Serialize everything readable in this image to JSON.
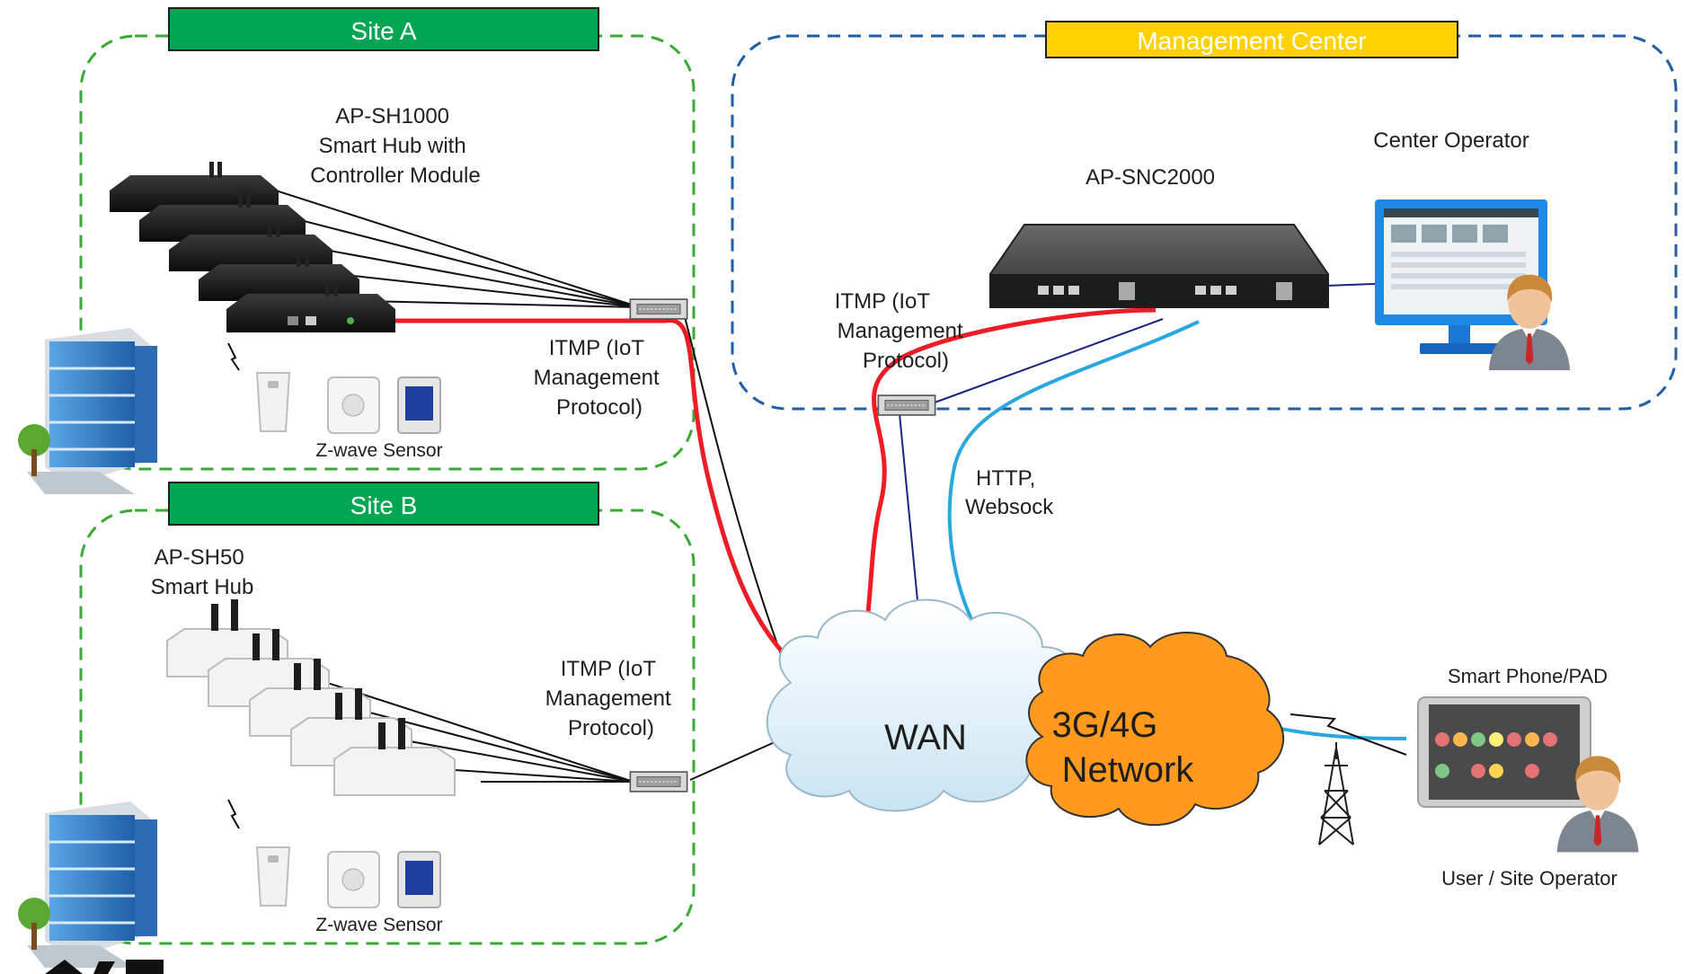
{
  "sites": {
    "site_a": {
      "title": "Site A"
    },
    "site_b": {
      "title": "Site B"
    },
    "management": {
      "title": "Management Center"
    }
  },
  "colors": {
    "site_banner": "#00a651",
    "mgmt_banner": "#ffd200",
    "site_border": "#3aaa35",
    "mgmt_border": "#1f5fa6",
    "itmp_line": "#ee1c25",
    "http_line": "#29a8e0",
    "data_line": "#1a237e",
    "cellular_cloud": "#ff9a1f"
  },
  "labels": {
    "ap_sh1000": [
      "AP-SH1000",
      "Smart Hub with",
      "Controller Module"
    ],
    "ap_sh50": [
      "AP-SH50",
      "Smart Hub"
    ],
    "ap_snc2000": "AP-SNC2000",
    "center_operator": "Center Operator",
    "itmp_a": [
      "ITMP (IoT",
      "Management",
      "Protocol)"
    ],
    "itmp_b": [
      "ITMP (IoT",
      "Management",
      "Protocol)"
    ],
    "itmp_mgmt": [
      "ITMP (IoT",
      "Management",
      "Protocol)"
    ],
    "zwave_a": "Z-wave Sensor",
    "zwave_b": "Z-wave Sensor",
    "http": [
      "HTTP,",
      "Websock"
    ],
    "wan": "WAN",
    "cellular": [
      "3G/4G",
      "Network"
    ],
    "smartphone": "Smart  Phone/PAD",
    "user": "User / Site Operator"
  },
  "icons": [
    "building-icon",
    "smart-hub-device",
    "network-switch-icon",
    "motion-sensor-icon",
    "door-sensor-icon",
    "thermostat-icon",
    "server-appliance",
    "monitor-icon",
    "person-icon",
    "cell-tower-icon",
    "tablet-icon",
    "wireless-signal-icon"
  ]
}
